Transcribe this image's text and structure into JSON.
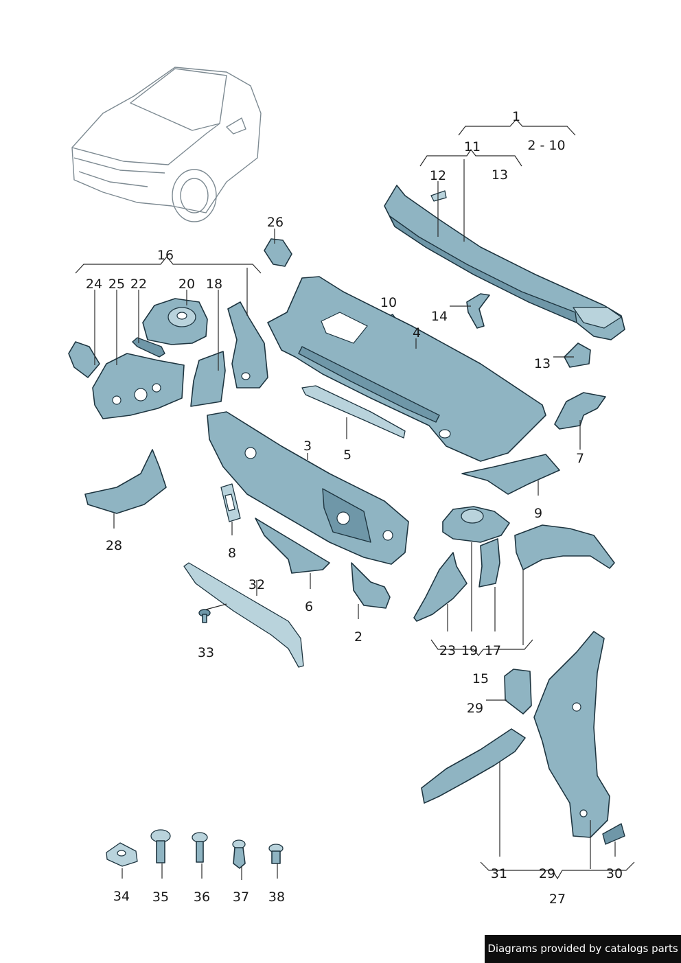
{
  "labels": {
    "l1": "1",
    "l2_10": "2 - 10",
    "l11": "11",
    "l12": "12",
    "l13a": "13",
    "l13b": "13",
    "l14": "14",
    "l10": "10",
    "l4": "4",
    "l26": "26",
    "l16": "16",
    "l24": "24",
    "l25": "25",
    "l22": "22",
    "l20": "20",
    "l18": "18",
    "l7": "7",
    "l3": "3",
    "l5": "5",
    "l9": "9",
    "l28": "28",
    "l8": "8",
    "l6": "6",
    "l32": "32",
    "l2": "2",
    "l33": "33",
    "l23": "23",
    "l19": "19",
    "l17": "17",
    "l15": "15",
    "l29a": "29",
    "l31": "31",
    "l29b": "29",
    "l30": "30",
    "l27": "27",
    "l34": "34",
    "l35": "35",
    "l36": "36",
    "l37": "37",
    "l38": "38"
  },
  "credit": "Diagrams provided by catalogs parts",
  "colors": {
    "part": "#8fb4c2",
    "outline": "#1e3540",
    "credit_bg": "#0e0e0e"
  }
}
